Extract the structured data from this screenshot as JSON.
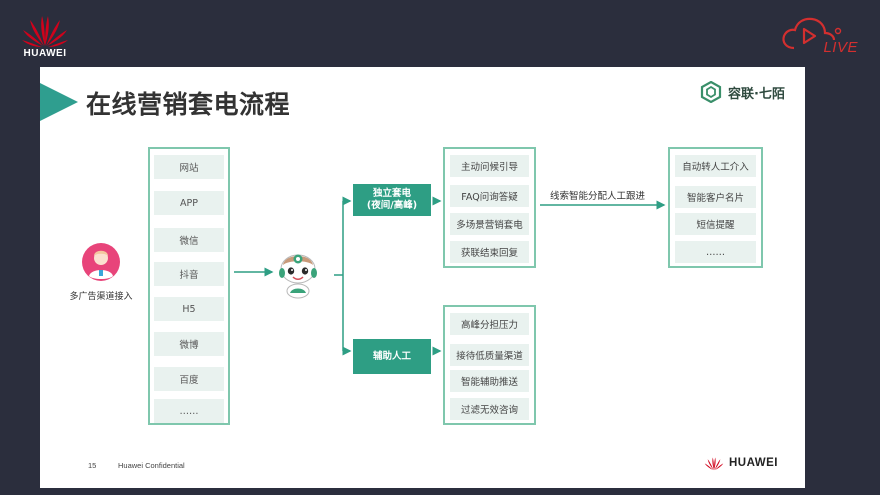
{
  "brand": {
    "name": "HUAWEI",
    "primary_color": "#d0021b"
  },
  "live_badge": {
    "label": "LIVE",
    "color": "#d32f2f"
  },
  "slide": {
    "title": "在线营销套电流程",
    "accent_color": "#2f9e8f",
    "partner_name": "容联·七陌",
    "source": {
      "label": "多广告渠道接入",
      "channels": [
        "网站",
        "APP",
        "微信",
        "抖音",
        "H5",
        "微博",
        "百度",
        "……"
      ]
    },
    "branches": [
      {
        "tag_line1": "独立套电",
        "tag_line2": "(夜间/高峰)",
        "items": [
          "主动问候引导",
          "FAQ问询答疑",
          "多场景营销套电",
          "获联结束回复"
        ]
      },
      {
        "tag_line1": "辅助人工",
        "items": [
          "高峰分担压力",
          "接待低质量渠道",
          "智能辅助推送",
          "过滤无效咨询"
        ]
      }
    ],
    "handoff_label": "线索智能分配人工跟进",
    "outcomes": [
      "自动转人工介入",
      "智能客户名片",
      "短信提醒",
      "……"
    ],
    "footer": {
      "page_number": "15",
      "confidentiality": "Huawei Confidential"
    }
  }
}
